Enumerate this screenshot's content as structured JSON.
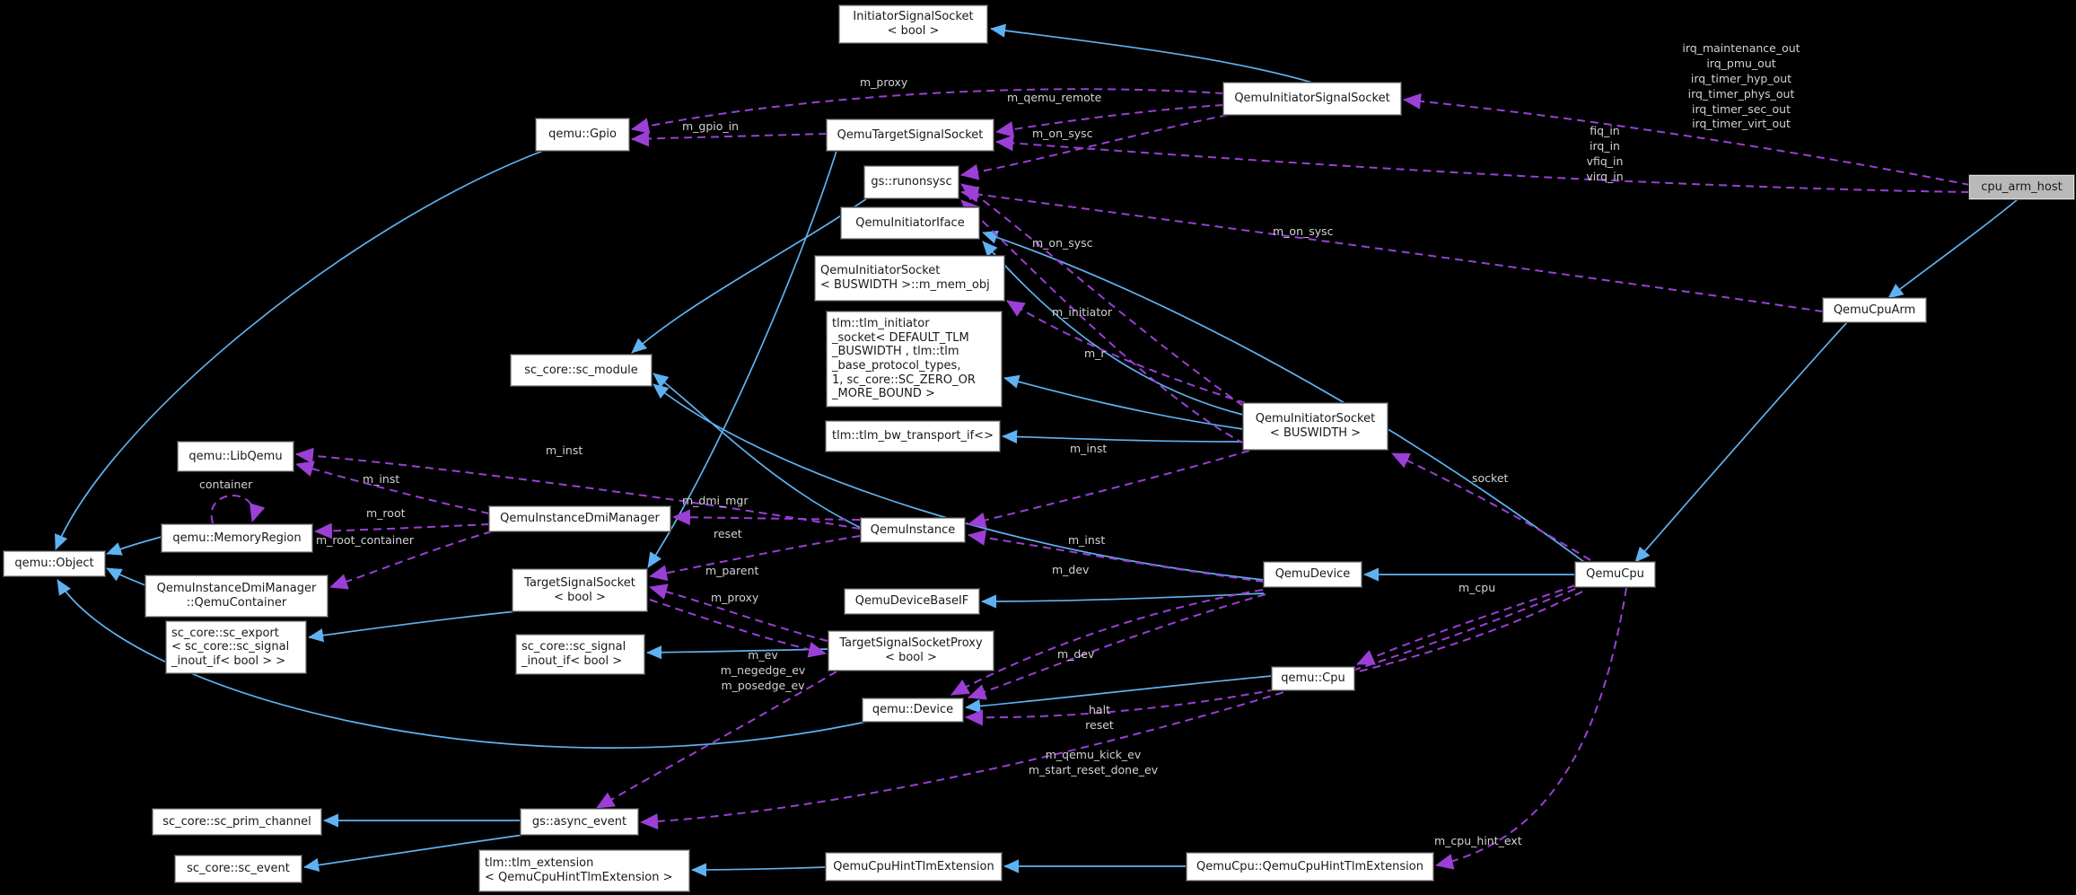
{
  "diagram_type": "class collaboration graph",
  "colors": {
    "background": "#000000",
    "node_fill": "#ffffff",
    "node_border": "#a8a8a8",
    "highlight_node_fill": "#b9b9b9",
    "inheritance_edge": "#5fb2f2",
    "usage_edge": "#9b3fd6",
    "edge_label_text": "#d2d2d2"
  },
  "nodes": {
    "n1": {
      "label": "InitiatorSignalSocket\n< bool >"
    },
    "n2": {
      "label": "QemuInitiatorSignalSocket"
    },
    "n3": {
      "label": "qemu::Gpio"
    },
    "n4": {
      "label": "QemuTargetSignalSocket"
    },
    "n5": {
      "label": "gs::runonsysc"
    },
    "n6": {
      "label": "QemuInitiatorIface"
    },
    "n7": {
      "label": "QemuInitiatorSocket\n< BUSWIDTH >::m_mem_obj"
    },
    "n8": {
      "label": "tlm::tlm_initiator\n_socket< DEFAULT_TLM\n_BUSWIDTH , tlm::tlm\n_base_protocol_types,\n 1, sc_core::SC_ZERO_OR\n_MORE_BOUND >"
    },
    "n9": {
      "label": "sc_core::sc_module"
    },
    "n10": {
      "label": "tlm::tlm_bw_transport_if<>"
    },
    "n11": {
      "label": "QemuInitiatorSocket\n< BUSWIDTH >"
    },
    "n12": {
      "label": "qemu::LibQemu"
    },
    "n13": {
      "label": "qemu::MemoryRegion"
    },
    "n14": {
      "label": "qemu::Object"
    },
    "n15": {
      "label": "QemuInstanceDmiManager\n::QemuContainer"
    },
    "n16": {
      "label": "QemuInstanceDmiManager"
    },
    "n17": {
      "label": "QemuInstance"
    },
    "n18": {
      "label": "TargetSignalSocket\n< bool >"
    },
    "n19": {
      "label": "sc_core::sc_export\n< sc_core::sc_signal\n_inout_if< bool  > >"
    },
    "n20": {
      "label": "QemuDeviceBaseIF"
    },
    "n21": {
      "label": "sc_core::sc_signal\n_inout_if< bool >"
    },
    "n22": {
      "label": "TargetSignalSocketProxy\n< bool >"
    },
    "n23": {
      "label": "qemu::Device"
    },
    "n24": {
      "label": "QemuDevice"
    },
    "n25": {
      "label": "qemu::Cpu"
    },
    "n26": {
      "label": "QemuCpu"
    },
    "n27": {
      "label": "QemuCpuArm"
    },
    "n28": {
      "label": "cpu_arm_host"
    },
    "n29": {
      "label": "sc_core::sc_prim_channel"
    },
    "n30": {
      "label": "gs::async_event"
    },
    "n31": {
      "label": "sc_core::sc_event"
    },
    "n32": {
      "label": "tlm::tlm_extension\n< QemuCpuHintTlmExtension >"
    },
    "n33": {
      "label": "QemuCpuHintTlmExtension"
    },
    "n34": {
      "label": "QemuCpu::QemuCpuHintTlmExtension"
    }
  },
  "labels": {
    "l1": {
      "text": "m_proxy"
    },
    "l2": {
      "text": "m_gpio_in"
    },
    "l3": {
      "text": "m_qemu_remote"
    },
    "l4": {
      "text": "m_on_sysc"
    },
    "l5": {
      "text": "m_on_sysc"
    },
    "l6": {
      "text": "m_on_sysc"
    },
    "l7": {
      "text": "irq_maintenance_out\nirq_pmu_out\nirq_timer_hyp_out\nirq_timer_phys_out\nirq_timer_sec_out\nirq_timer_virt_out"
    },
    "l8": {
      "text": "fiq_in\nirq_in\nvfiq_in\nvirq_in"
    },
    "l9": {
      "text": "m_initiator"
    },
    "l10": {
      "text": "m_r"
    },
    "l11": {
      "text": "m_inst"
    },
    "l12": {
      "text": "m_inst"
    },
    "l13": {
      "text": "m_inst"
    },
    "l14": {
      "text": "m_inst"
    },
    "l15": {
      "text": "container"
    },
    "l16": {
      "text": "m_root"
    },
    "l17": {
      "text": "m_root_container"
    },
    "l18": {
      "text": "m_dmi_mgr"
    },
    "l19": {
      "text": "reset"
    },
    "l20": {
      "text": "m_parent"
    },
    "l21": {
      "text": "m_proxy"
    },
    "l22": {
      "text": "m_ev\nm_negedge_ev\nm_posedge_ev"
    },
    "l23": {
      "text": "m_qemu_kick_ev\nm_start_reset_done_ev"
    },
    "l24": {
      "text": "halt\nreset"
    },
    "l25": {
      "text": "m_dev"
    },
    "l26": {
      "text": "m_dev"
    },
    "l27": {
      "text": "m_cpu"
    },
    "l28": {
      "text": "m_cpu_hint_ext"
    },
    "l29": {
      "text": "socket"
    }
  }
}
